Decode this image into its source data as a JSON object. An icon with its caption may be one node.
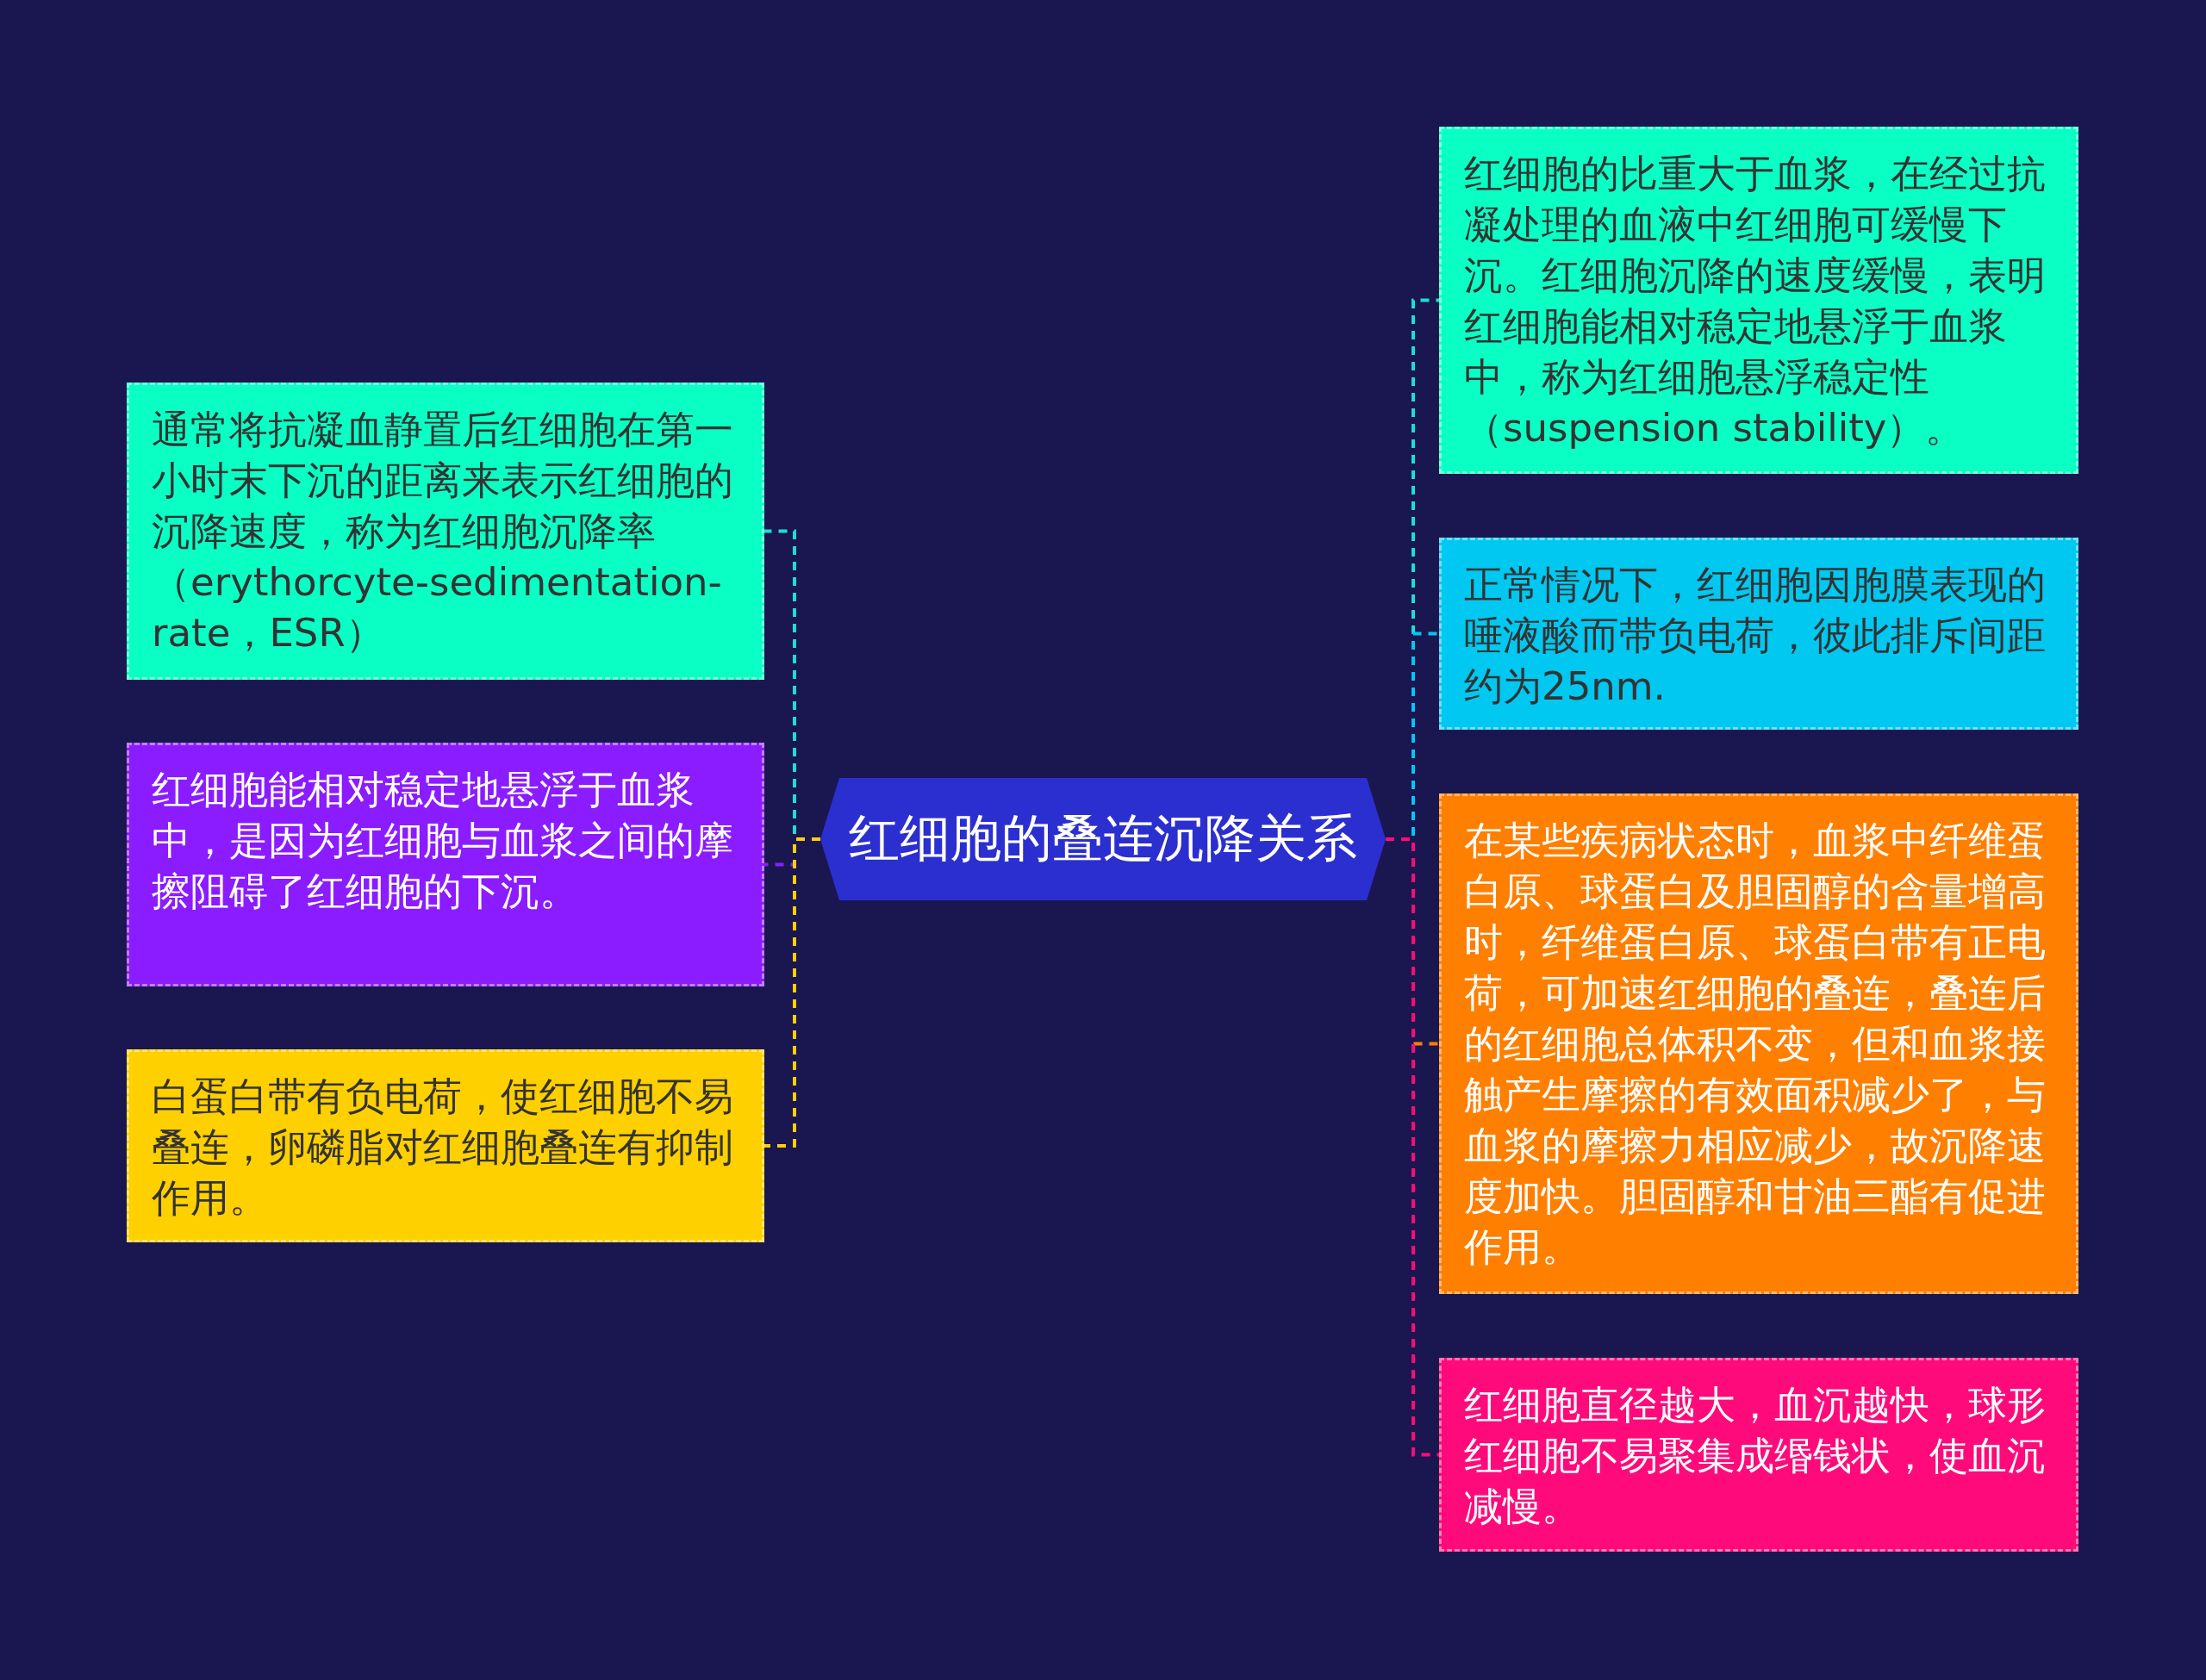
{
  "diagram": {
    "nodes": [
      {
        "text": [
          "红细胞的叠连沉降关系"
        ]
      },
      {
        "text": [
          "通常将抗凝血静置后红细胞在第一小时末下沉的距离来表示红细胞的沉降速度，称为红细胞沉降率（erythorcyte-sedimentation-rate，ESR）"
        ]
      },
      {
        "text": [
          "红细胞能相对稳定地悬浮于血浆中，是因为红细胞与血浆之间的摩擦阻碍了红细胞的下沉。"
        ]
      },
      {
        "text": [
          "白蛋白带有负电荷，使红细胞不易叠连，卵磷脂对红细胞叠连有抑制作用。"
        ]
      },
      {
        "text": [
          "红细胞的比重大于血浆，在经过抗凝处理的血液中红细胞可缓慢下沉。红细胞沉降的速度缓慢，表明红细胞能相对稳定地悬浮于血浆中，称为红细胞悬浮稳定性（suspension stability）。"
        ]
      },
      {
        "text": [
          "正常情况下，红细胞因胞膜表现的唾液酸而带负电荷，彼此排斥间距约为25nm."
        ]
      },
      {
        "text": [
          "在某些疾病状态时，血浆中纤维蛋白原、球蛋白及胆固醇的含量增高时，纤维蛋白原、球蛋白带有正电荷，可加速红细胞的叠连，叠连后的红细胞总体积不变，但和血浆接触产生摩擦的有效面积减少了，与血浆的摩擦力相应减少，故沉降速度加快。胆固醇和甘油三酯有促进作用。"
        ]
      },
      {
        "text": [
          "红细胞直径越大，血沉越快，球形红细胞不易聚集成缗钱状，使血沉减慢。"
        ]
      }
    ],
    "edges": [
      {
        "from": 0,
        "to": 1,
        "arrow": "none",
        "color": "#19e0d0"
      },
      {
        "from": 0,
        "to": 2,
        "arrow": "none",
        "color": "#8a1cff"
      },
      {
        "from": 0,
        "to": 3,
        "arrow": "none",
        "color": "#ffd000"
      },
      {
        "from": 0,
        "to": 4,
        "arrow": "none",
        "color": "#19e0d0"
      },
      {
        "from": 0,
        "to": 5,
        "arrow": "none",
        "color": "#00c8f0"
      },
      {
        "from": 0,
        "to": 6,
        "arrow": "none",
        "color": "#ff7f00"
      },
      {
        "from": 0,
        "to": 7,
        "arrow": "none",
        "color": "#ff0a7a"
      }
    ]
  }
}
